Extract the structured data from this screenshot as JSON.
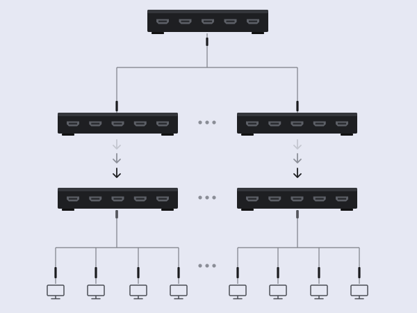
{
  "diagram": {
    "type": "hdmi-splitter-cascade",
    "colors": {
      "background": "#e6e8f3",
      "splitter_body": "#1e1f22",
      "splitter_edge": "#34363b",
      "port": "#5c5f66",
      "port_inner": "#2a2c30",
      "cable": "#7c7f86",
      "connector": "#1a1b1e",
      "arrow_light": "#c4c7d0",
      "arrow_mid": "#8d9099",
      "arrow_dark": "#1c1d20",
      "monitor": "#4a4d54",
      "ellipsis": "#8a8d96"
    },
    "ports_per_splitter": 5,
    "levels": [
      {
        "id": "root",
        "splitters": 1
      },
      {
        "id": "tier-1",
        "splitters": 2,
        "ellipsis_between": true
      },
      {
        "id": "tier-n",
        "splitters": 2,
        "ellipsis_between": true
      }
    ],
    "arrow_shades": [
      "arrow_light",
      "arrow_mid",
      "arrow_dark"
    ],
    "monitors_per_group": 4,
    "monitor_groups": 2,
    "icons": {
      "splitter": "hdmi-splitter-icon",
      "monitor": "monitor-icon",
      "arrow": "down-arrow-icon",
      "ellipsis": "ellipsis-icon"
    }
  }
}
